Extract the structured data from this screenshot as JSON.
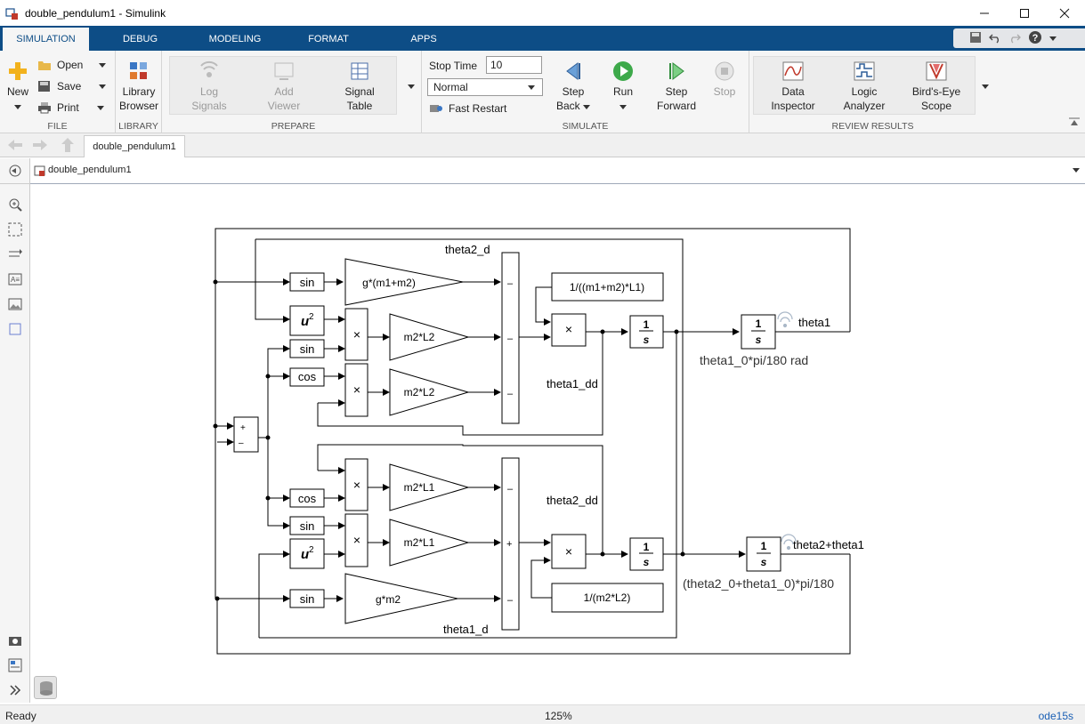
{
  "window": {
    "title": "double_pendulum1 - Simulink"
  },
  "tabs": [
    "SIMULATION",
    "DEBUG",
    "MODELING",
    "FORMAT",
    "APPS"
  ],
  "ribbon": {
    "file": {
      "label": "FILE",
      "new": "New",
      "open": "Open",
      "save": "Save",
      "print": "Print"
    },
    "library": {
      "label": "LIBRARY",
      "line1": "Library",
      "line2": "Browser"
    },
    "prepare": {
      "label": "PREPARE",
      "log1": "Log",
      "log2": "Signals",
      "add1": "Add",
      "add2": "Viewer",
      "sig1": "Signal",
      "sig2": "Table"
    },
    "simulate": {
      "label": "SIMULATE",
      "stop_time_label": "Stop Time",
      "stop_time_value": "10",
      "mode": "Normal",
      "fast_restart": "Fast Restart",
      "step_back1": "Step",
      "step_back2": "Back",
      "run": "Run",
      "step_fwd1": "Step",
      "step_fwd2": "Forward",
      "stop": "Stop"
    },
    "review": {
      "label": "REVIEW RESULTS",
      "di1": "Data",
      "di2": "Inspector",
      "la1": "Logic",
      "la2": "Analyzer",
      "be1": "Bird's-Eye",
      "be2": "Scope"
    }
  },
  "doc_tab": "double_pendulum1",
  "breadcrumb": "double_pendulum1",
  "diagram": {
    "sin": "sin",
    "cos": "cos",
    "u": "u",
    "two": "2",
    "times": "×",
    "plus": "+",
    "minus": "–",
    "gain_g_m1m2": "g*(m1+m2)",
    "gain_m2L2": "m2*L2",
    "gain_m2L1": "m2*L1",
    "gain_m1L1": "m2*L1",
    "gain_gm2": "g*m2",
    "const_top": "1/((m1+m2)*L1)",
    "const_bottom": "1/(m2*L2)",
    "int_num": "1",
    "int_den": "s",
    "lbl_theta2_d": "theta2_d",
    "lbl_theta1_d": "theta1_d",
    "lbl_theta1_dd": "theta1_dd",
    "lbl_theta2_dd": "theta2_dd",
    "lbl_theta1": "theta1",
    "lbl_theta2p1": "theta2+theta1",
    "ic_theta1": "theta1_0*pi/180 rad",
    "ic_theta2": "(theta2_0+theta1_0)*pi/180"
  },
  "status": {
    "left": "Ready",
    "zoom": "125%",
    "solver": "ode15s"
  }
}
